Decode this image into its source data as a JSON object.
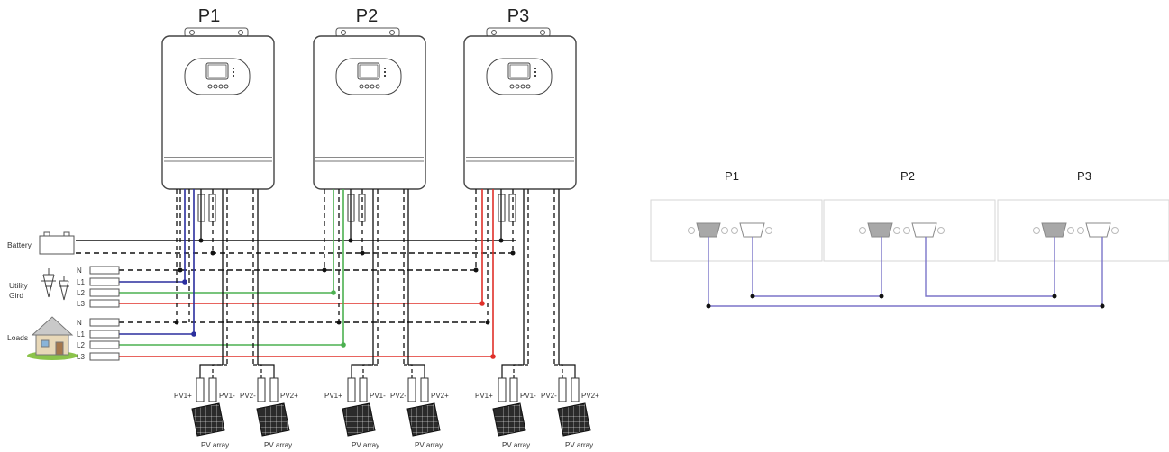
{
  "left": {
    "inverter_labels": [
      "P1",
      "P2",
      "P3"
    ],
    "battery_label": "Battery",
    "utility_label": [
      "Utility",
      "Gird"
    ],
    "loads_label": "Loads",
    "grid_terminals": [
      "N",
      "L1",
      "L2",
      "L3"
    ],
    "load_terminals": [
      "N",
      "L1",
      "L2",
      "L3"
    ],
    "pv_labels": [
      "PV1+",
      "PV1-",
      "PV2-",
      "PV2+"
    ],
    "pv_array_label": "PV array"
  },
  "right": {
    "unit_labels": [
      "P1",
      "P2",
      "P3"
    ]
  },
  "colors": {
    "L1": "#2b2f9e",
    "L2": "#4cb050",
    "L3": "#e0302a",
    "neutral": "#111111",
    "comm": "#7b74c9"
  }
}
